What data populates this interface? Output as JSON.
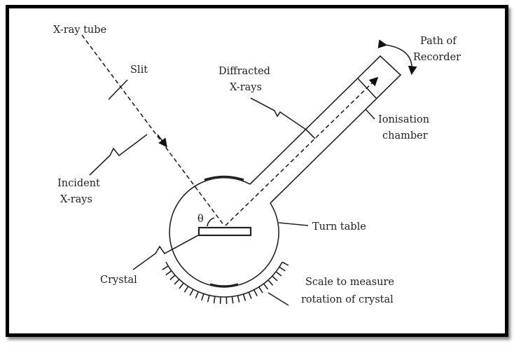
{
  "labels": {
    "xray_tube": "X-ray tube",
    "slit": "Slit",
    "diffracted_1": "Diffracted",
    "diffracted_2": "X-rays",
    "path_1": "Path of",
    "path_2": "Recorder",
    "ionisation_1": "Ionisation",
    "ionisation_2": "chamber",
    "incident_1": "Incident",
    "incident_2": "X-rays",
    "theta": "θ",
    "turn_table": "Turn table",
    "crystal": "Crystal",
    "scale_1": "Scale to measure",
    "scale_2": "rotation of crystal"
  }
}
